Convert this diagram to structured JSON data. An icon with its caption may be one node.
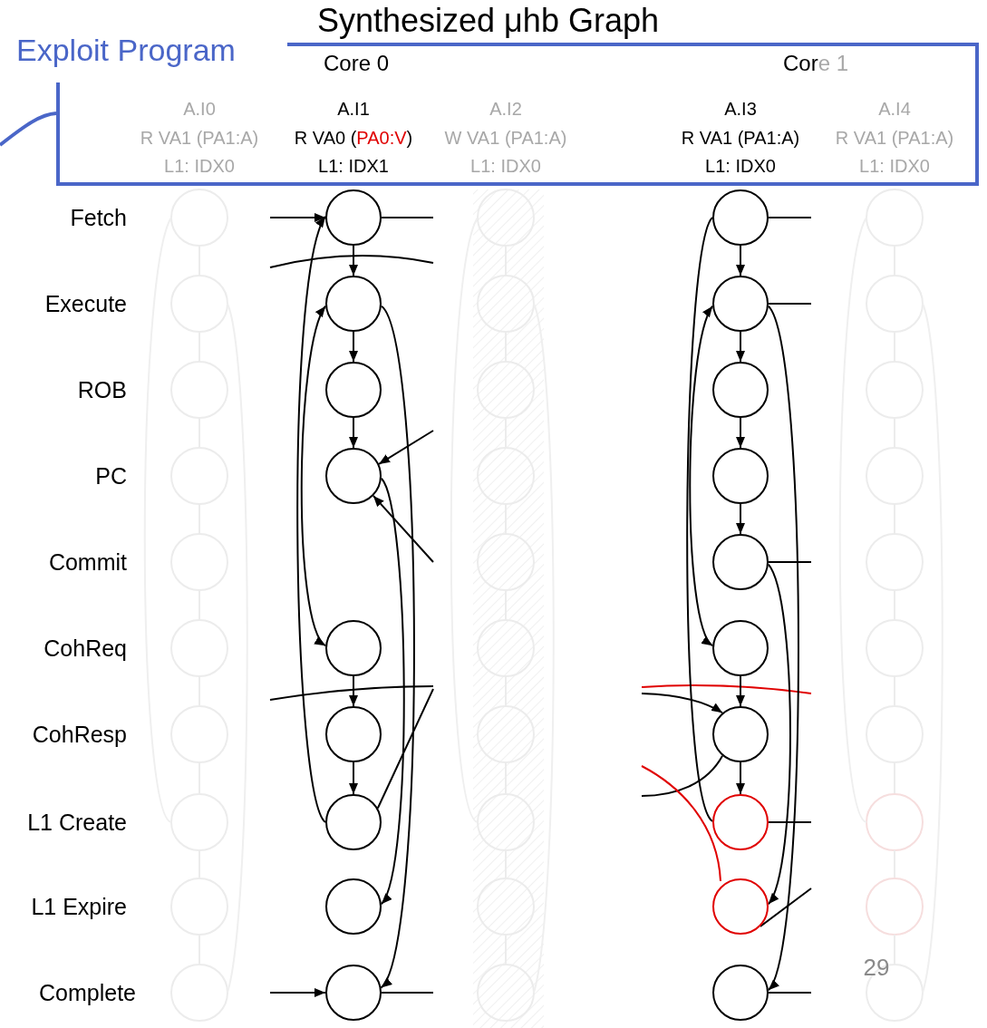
{
  "diagram": {
    "title": "Synthesized μhb Graph",
    "nodes": [
      {
        "text": [
          "Exploit Program"
        ]
      },
      {
        "text": [],
        "shape": "circle"
      },
      {
        "text": [],
        "shape": "circle"
      },
      {
        "text": [],
        "shape": "circle"
      },
      {
        "text": [],
        "shape": "circle"
      },
      {
        "text": [],
        "shape": "circle"
      },
      {
        "text": [],
        "shape": "circle"
      },
      {
        "text": [],
        "shape": "circle"
      },
      {
        "text": [],
        "shape": "circle"
      },
      {
        "text": [],
        "shape": "circle"
      },
      {
        "text": [],
        "shape": "circle"
      },
      {
        "text": [],
        "shape": "circle"
      },
      {
        "text": [],
        "shape": "circle"
      },
      {
        "text": [],
        "shape": "circle"
      },
      {
        "text": [],
        "shape": "circle"
      },
      {
        "text": [],
        "shape": "circle"
      },
      {
        "text": [],
        "shape": "circle"
      },
      {
        "text": [],
        "shape": "circle"
      },
      {
        "text": [],
        "shape": "circle"
      },
      {
        "text": [],
        "shape": "circle"
      }
    ],
    "edges": [
      {
        "from": null,
        "to": 0,
        "arrow": "none",
        "color": "#4a66c8",
        "style": "thick"
      },
      {
        "from": null,
        "to": 1,
        "arrow": "to"
      },
      {
        "from": 1,
        "to": null,
        "arrow": "none"
      },
      {
        "from": 1,
        "to": 2,
        "arrow": "to"
      },
      {
        "from": 2,
        "to": 3,
        "arrow": "to"
      },
      {
        "from": 3,
        "to": 4,
        "arrow": "to"
      },
      {
        "from": 7,
        "to": 1,
        "arrow": "to"
      },
      {
        "from": 2,
        "to": 5,
        "arrow": "both"
      },
      {
        "from": 2,
        "to": 9,
        "arrow": "to"
      },
      {
        "from": 4,
        "to": 8,
        "arrow": "to"
      },
      {
        "from": null,
        "to": 4,
        "arrow": "to"
      },
      {
        "from": null,
        "to": 4,
        "arrow": "to"
      },
      {
        "from": 5,
        "to": 6,
        "arrow": "to"
      },
      {
        "from": 6,
        "to": 7,
        "arrow": "to"
      },
      {
        "from": 7,
        "to": null,
        "arrow": "none"
      },
      {
        "from": null,
        "to": 9,
        "arrow": "to"
      },
      {
        "from": 9,
        "to": null,
        "arrow": "none"
      },
      {
        "from": 10,
        "to": null,
        "arrow": "none"
      },
      {
        "from": 11,
        "to": null,
        "arrow": "none"
      },
      {
        "from": 10,
        "to": 11,
        "arrow": "to"
      },
      {
        "from": 11,
        "to": 12,
        "arrow": "to"
      },
      {
        "from": 12,
        "to": 13,
        "arrow": "to"
      },
      {
        "from": 13,
        "to": 14,
        "arrow": "to"
      },
      {
        "from": 14,
        "to": null,
        "arrow": "none"
      },
      {
        "from": 10,
        "to": 17,
        "arrow": "none"
      },
      {
        "from": 11,
        "to": 15,
        "arrow": "both"
      },
      {
        "from": 11,
        "to": 19,
        "arrow": "to"
      },
      {
        "from": 14,
        "to": 18,
        "arrow": "to"
      },
      {
        "from": null,
        "to": 16,
        "arrow": "to"
      },
      {
        "from": 15,
        "to": 16,
        "arrow": "to"
      },
      {
        "from": 16,
        "to": 17,
        "arrow": "to"
      },
      {
        "from": 16,
        "to": null,
        "arrow": "none"
      },
      {
        "from": 17,
        "to": null,
        "arrow": "none"
      },
      {
        "from": 18,
        "to": null,
        "arrow": "none",
        "color": "#e00000"
      },
      {
        "from": 18,
        "to": null,
        "arrow": "none"
      },
      {
        "from": 19,
        "to": null,
        "arrow": "none"
      }
    ],
    "labels": [
      "Core 0",
      "Core 1",
      "A.I0",
      "R VA1 (PA1:A)",
      "L1: IDX0",
      "A.I1",
      "R VA0 (PA0:V)",
      "L1: IDX1",
      "A.I2",
      "W VA1 (PA1:A)",
      "L1: IDX0",
      "A.I3",
      "R VA1 (PA1:A)",
      "L1: IDX0",
      "A.I4",
      "R VA1 (PA1:A)",
      "L1: IDX0",
      "Fetch",
      "Execute",
      "ROB",
      "PC",
      "Commit",
      "CohReq",
      "CohResp",
      "L1 Create",
      "L1 Expire",
      "Complete",
      "29"
    ]
  }
}
